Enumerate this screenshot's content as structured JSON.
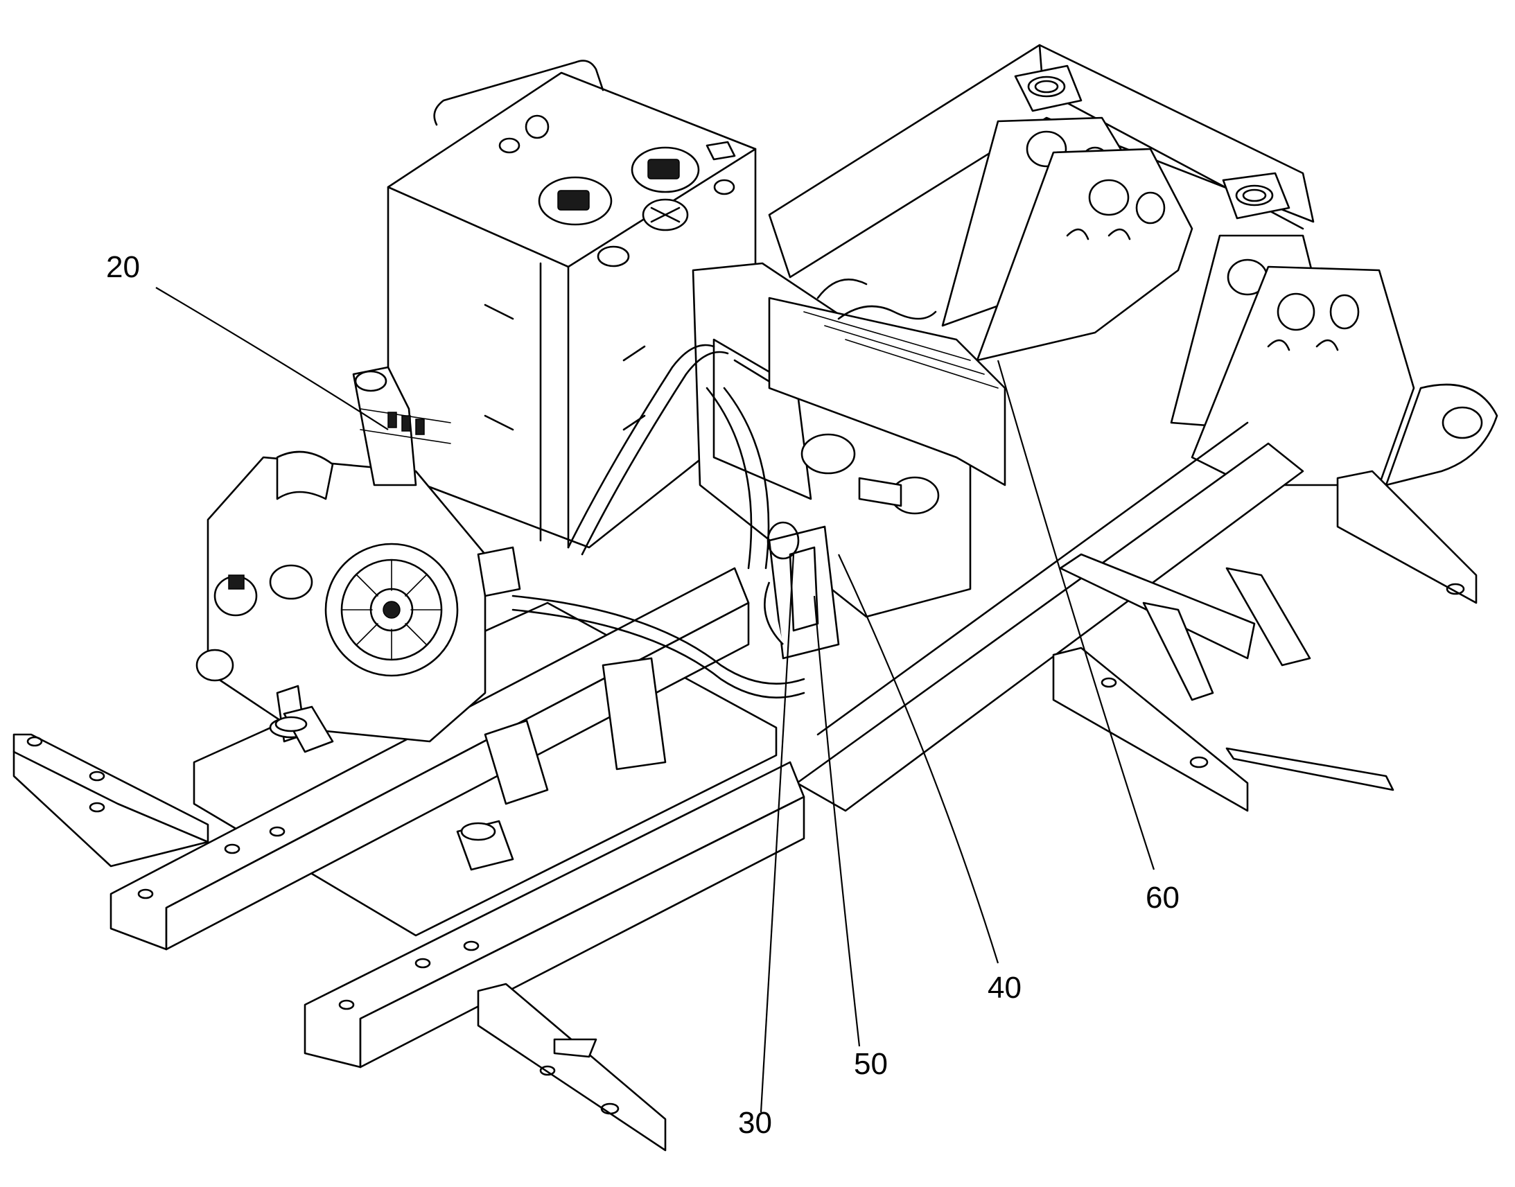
{
  "figure": {
    "reference_numerals": [
      {
        "id": "20",
        "text": "20"
      },
      {
        "id": "30",
        "text": "30"
      },
      {
        "id": "40",
        "text": "40"
      },
      {
        "id": "50",
        "text": "50"
      },
      {
        "id": "60",
        "text": "60"
      }
    ]
  }
}
